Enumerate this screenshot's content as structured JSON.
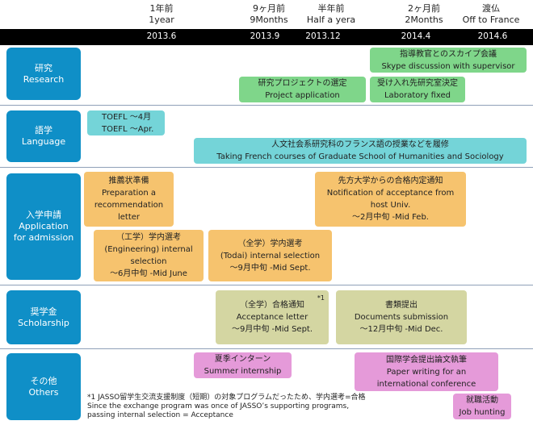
{
  "milestones": [
    {
      "jp": "1年前",
      "en": "1year",
      "date": "2013.6"
    },
    {
      "jp": "9ヶ月前",
      "en": "9Months",
      "date": "2013.9"
    },
    {
      "jp": "半年前",
      "en": "Half a yera",
      "date": "2013.12"
    },
    {
      "jp": "2ヶ月前",
      "en": "2Months",
      "date": "2014.4"
    },
    {
      "jp": "渡仏",
      "en": "Off to France",
      "date": "2014.6"
    }
  ],
  "categories": [
    {
      "jp": "研究",
      "en": "Research"
    },
    {
      "jp": "語学",
      "en": "Language"
    },
    {
      "jp": "入学申請",
      "en1": "Application",
      "en2": "for admission"
    },
    {
      "jp": "奨学金",
      "en": "Scholarship"
    },
    {
      "jp": "その他",
      "en": "Others"
    }
  ],
  "research": {
    "skype": {
      "jp": "指導教官とのスカイプ会議",
      "en": "Skype discussion with supervisor"
    },
    "project": {
      "jp": "研究プロジェクトの選定",
      "en": "Project application"
    },
    "lab": {
      "jp": "受け入れ先研究室決定",
      "en": "Laboratory fixed"
    }
  },
  "language": {
    "toefl": {
      "l1": "TOEFL ～4月",
      "l2": "TOEFL ～Apr."
    },
    "french": {
      "jp": "人文社会系研究科のフランス語の授業などを履修",
      "en": "Taking French courses of Graduate School of Humanities and Sociology"
    }
  },
  "application": {
    "prep": {
      "jp": "推薦状準備",
      "en1": "Preparation a",
      "en2": "recommendation",
      "en3": "letter"
    },
    "eng": {
      "jp": "（工学）学内選考",
      "en1": "(Engineering) internal",
      "en2": "selection",
      "en3": "～6月中旬 -Mid June"
    },
    "todai": {
      "jp": "（全学）学内選考",
      "en1": "(Todai) internal selection",
      "en2": "～9月中旬 -Mid Sept."
    },
    "notif": {
      "jp": "先方大学からの合格内定通知",
      "en1": "Notification of acceptance from",
      "en2": "host Univ.",
      "en3": "～2月中旬 -Mid Feb."
    }
  },
  "scholarship": {
    "accept": {
      "mark": "*1",
      "jp": "（全学）合格通知",
      "en1": "Acceptance letter",
      "en2": "～9月中旬 -Mid Sept."
    },
    "docs": {
      "jp": "書類提出",
      "en1": "Documents submission",
      "en2": "～12月中旬 -Mid Dec."
    }
  },
  "others": {
    "intern": {
      "jp": "夏季インターン",
      "en": "Summer internship"
    },
    "paper": {
      "jp": "国際学会提出論文執筆",
      "en1": "Paper writing for an",
      "en2": "international conference"
    },
    "job": {
      "jp": "就職活動",
      "en": "Job hunting"
    }
  },
  "footnote": {
    "l1": "*1 JASSO留学生交流支援制度（短期）の対象プログラムだったため、学内選考=合格",
    "l2": "Since the exchange program was once of JASSO’s supporting programs,",
    "l3": "passing internal selection = Acceptance"
  }
}
